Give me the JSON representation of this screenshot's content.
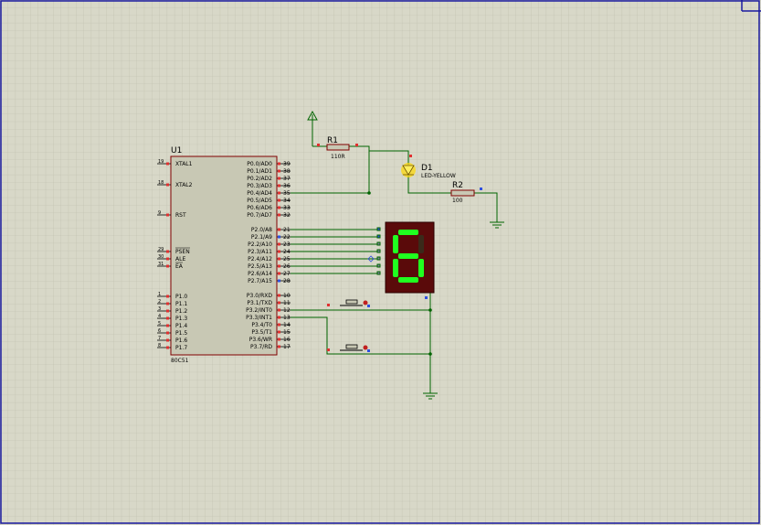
{
  "u1": {
    "ref": "U1",
    "part": "80C51",
    "left_pins": [
      {
        "num": "19",
        "name": "XTAL1"
      },
      {
        "num": "18",
        "name": "XTAL2"
      },
      {
        "num": "9",
        "name": "RST"
      },
      {
        "num": "29",
        "name": "PSEN"
      },
      {
        "num": "30",
        "name": "ALE"
      },
      {
        "num": "31",
        "name": "EA"
      },
      {
        "num": "1",
        "name": "P1.0"
      },
      {
        "num": "2",
        "name": "P1.1"
      },
      {
        "num": "3",
        "name": "P1.2"
      },
      {
        "num": "4",
        "name": "P1.3"
      },
      {
        "num": "5",
        "name": "P1.4"
      },
      {
        "num": "6",
        "name": "P1.5"
      },
      {
        "num": "7",
        "name": "P1.6"
      },
      {
        "num": "8",
        "name": "P1.7"
      }
    ],
    "right_pins": [
      {
        "num": "39",
        "name": "P0.0/AD0"
      },
      {
        "num": "38",
        "name": "P0.1/AD1"
      },
      {
        "num": "37",
        "name": "P0.2/AD2"
      },
      {
        "num": "36",
        "name": "P0.3/AD3"
      },
      {
        "num": "35",
        "name": "P0.4/AD4"
      },
      {
        "num": "34",
        "name": "P0.5/AD5"
      },
      {
        "num": "33",
        "name": "P0.6/AD6"
      },
      {
        "num": "32",
        "name": "P0.7/AD7"
      },
      {
        "num": "21",
        "name": "P2.0/A8"
      },
      {
        "num": "22",
        "name": "P2.1/A9"
      },
      {
        "num": "23",
        "name": "P2.2/A10"
      },
      {
        "num": "24",
        "name": "P2.3/A11"
      },
      {
        "num": "25",
        "name": "P2.4/A12"
      },
      {
        "num": "26",
        "name": "P2.5/A13"
      },
      {
        "num": "27",
        "name": "P2.6/A14"
      },
      {
        "num": "28",
        "name": "P2.7/A15"
      },
      {
        "num": "10",
        "name": "P3.0/RXD"
      },
      {
        "num": "11",
        "name": "P3.1/TXD"
      },
      {
        "num": "12",
        "name": "P3.2/INT0"
      },
      {
        "num": "13",
        "name": "P3.3/INT1"
      },
      {
        "num": "14",
        "name": "P3.4/T0"
      },
      {
        "num": "15",
        "name": "P3.5/T1"
      },
      {
        "num": "16",
        "name": "P3.6/WR"
      },
      {
        "num": "17",
        "name": "P3.7/RD"
      }
    ]
  },
  "r1": {
    "ref": "R1",
    "value": "110R"
  },
  "r2": {
    "ref": "R2",
    "value": "100"
  },
  "d1": {
    "ref": "D1",
    "value": "LED-YELLOW"
  },
  "display": {
    "digit": "6"
  },
  "colors": {
    "background": "#d8d8c8",
    "grid": "#bfbfae",
    "chip_fill": "#c8c8b4",
    "chip_border": "#800000",
    "wire": "#006400",
    "display_body": "#5a0a0a",
    "segment_on": "#20ff20",
    "segment_off": "#3a2a1a",
    "pin_red": "#e03030",
    "pin_blue": "#3050e0",
    "led_yellow": "#ffd800",
    "border_blue": "#1a1aa0"
  }
}
